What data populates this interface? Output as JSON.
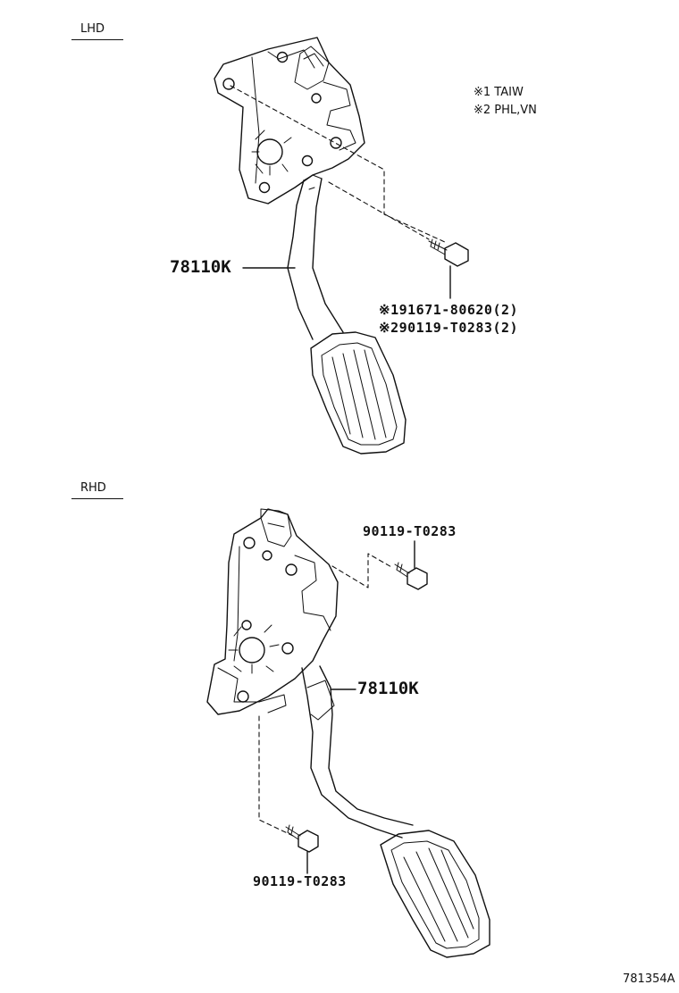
{
  "sections": {
    "lhd": {
      "label": "LHD",
      "notes": [
        "※1 TAIW",
        "※2 PHL,VN"
      ],
      "pedal_part": "78110K",
      "bolt_parts": [
        "※191671-80620(2)",
        "※290119-T0283(2)"
      ]
    },
    "rhd": {
      "label": "RHD",
      "pedal_part": "78110K",
      "bolt_top": "90119-T0283",
      "bolt_bottom": "90119-T0283"
    }
  },
  "footer": {
    "code": "781354A"
  }
}
